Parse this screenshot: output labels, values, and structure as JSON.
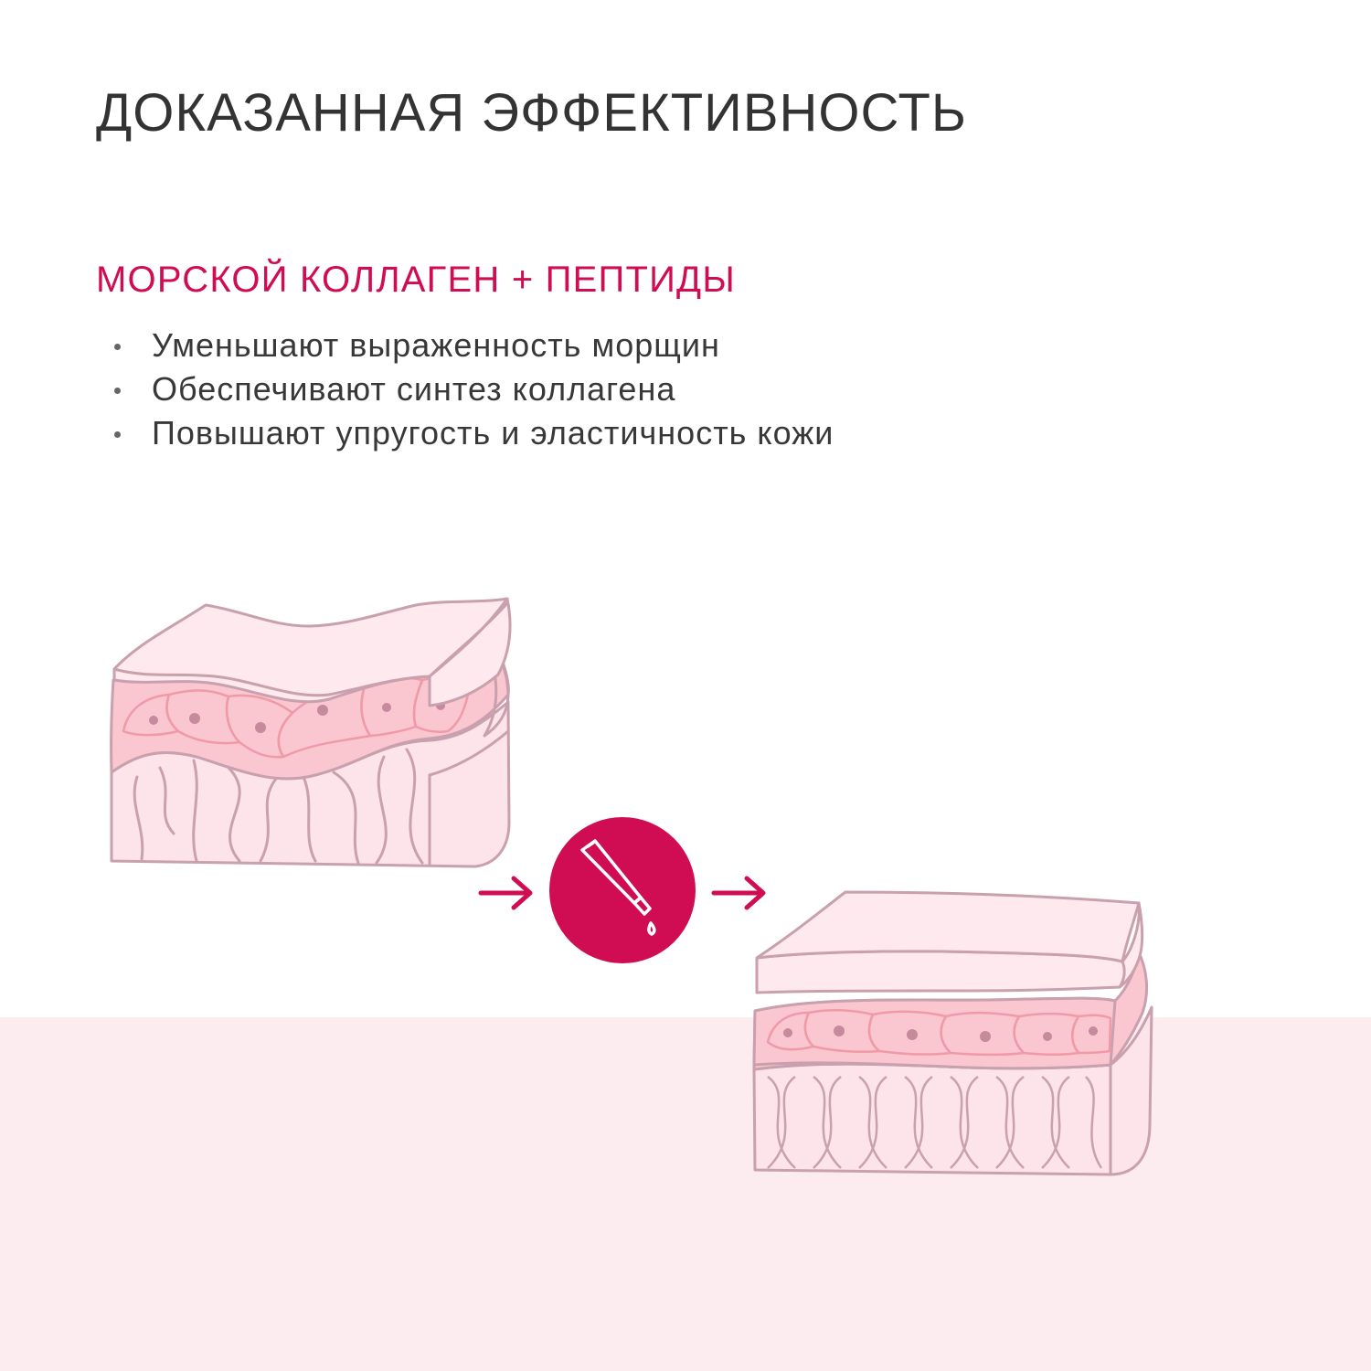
{
  "page": {
    "title": "ДОКАЗАННАЯ ЭФФЕКТИВНОСТЬ",
    "section_heading": "МОРСКОЙ КОЛЛАГЕН + ПЕПТИДЫ",
    "benefits": [
      "Уменьшают выраженность морщин",
      "Обеспечивают синтез коллагена",
      "Повышают упругость и эластичность кожи"
    ]
  },
  "illustration": {
    "before_icon": "wrinkled-skin-layers-icon",
    "arrow_icon": "arrow-right-icon",
    "product_icon": "cream-tube-drop-icon",
    "after_icon": "smooth-skin-layers-icon"
  },
  "colors": {
    "title_text": "#333333",
    "accent": "#d00c52",
    "body_text": "#383838",
    "bullet": "#666666",
    "band_background": "#fcecf0",
    "outline": "#c9a0ae",
    "layer_top": "#fde9ee",
    "layer_middle": "#fac6cf",
    "layer_bottom": "#fde3ea",
    "cell_outline": "#f09aa8",
    "nucleus": "#c58a9c"
  }
}
